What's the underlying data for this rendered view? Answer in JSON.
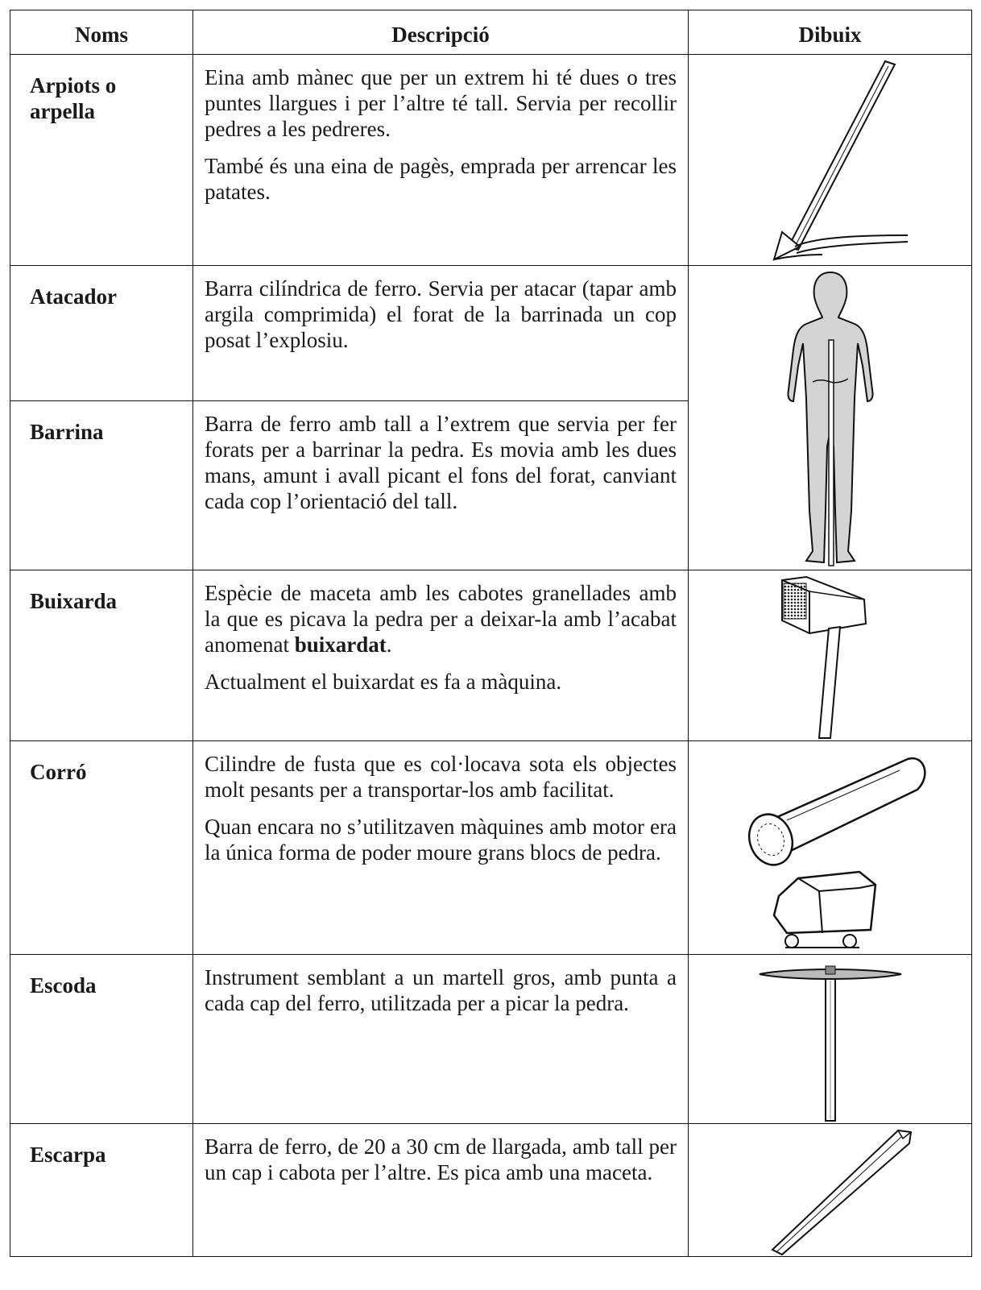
{
  "headers": {
    "name": "Noms",
    "description": "Descripció",
    "drawing": "Dibuix"
  },
  "rows": [
    {
      "name": "Arpiots o arpella",
      "desc1": "Eina amb mànec que per un extrem hi té dues o tres puntes llargues i per l’altre té tall. Servia per recollir pedres a les pedreres.",
      "desc2": "També és una eina de pagès, emprada per arrencar les patates.",
      "icon": "hoe-icon"
    },
    {
      "name": "Atacador",
      "desc1": "Barra cilíndrica de ferro. Servia per atacar (tapar amb argila comprimida)  el forat de la barrinada un cop posat l’explosiu.",
      "icon": "person-with-bar-icon"
    },
    {
      "name": "Barrina",
      "desc1": "Barra de ferro amb tall a l’extrem que servia per fer forats per a barrinar la pedra. Es movia amb les dues mans, amunt i avall picant el fons del forat, canviant cada cop l’orientació del tall."
    },
    {
      "name": "Buixarda",
      "desc1_pre": "Espècie de maceta amb les cabotes granellades amb la que es picava la pedra per a deixar-la amb l’acabat anomenat ",
      "desc1_bold": "buixardat",
      "desc1_post": ".",
      "desc2": "Actualment el buixardat es fa a màquina.",
      "icon": "bush-hammer-icon"
    },
    {
      "name": "Corró",
      "desc1": "Cilindre de fusta que es col·locava sota els objectes molt pesants per a transportar-los amb facilitat.",
      "desc2": "Quan encara no s’utilitzaven màquines amb motor era la única forma de poder moure grans blocs de pedra.",
      "icon": "roller-icon"
    },
    {
      "name": "Escoda",
      "desc1": "Instrument semblant a un martell gros, amb punta a cada cap del ferro, utilitzada per a picar la pedra.",
      "icon": "escoda-hammer-icon"
    },
    {
      "name": "Escarpa",
      "desc1": "Barra de ferro, de 20 a 30 cm de llargada, amb tall per un cap i cabota per l’altre. Es pica amb una maceta.",
      "icon": "chisel-icon"
    }
  ]
}
